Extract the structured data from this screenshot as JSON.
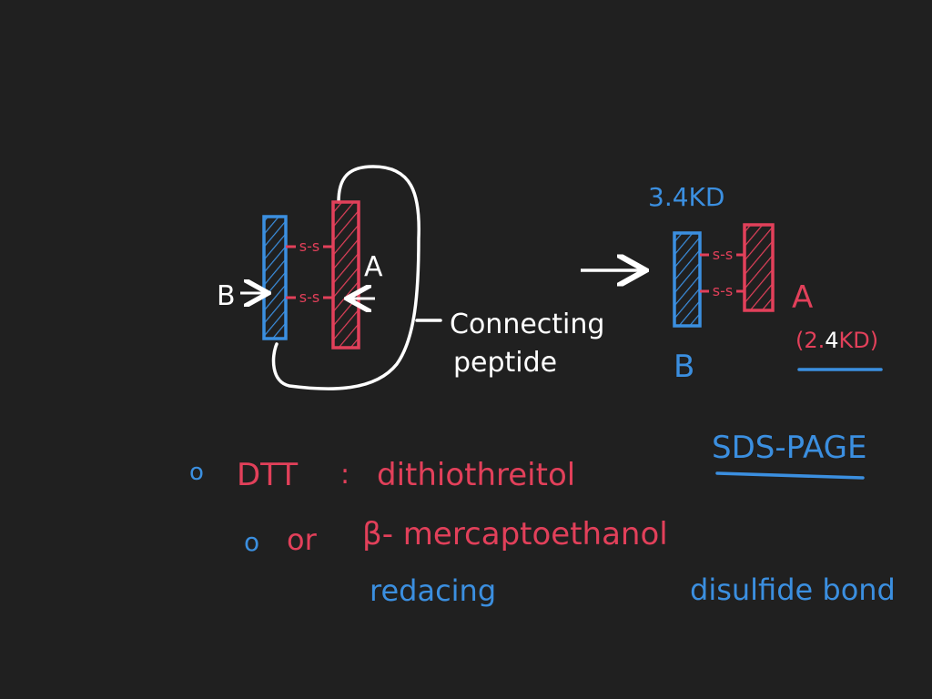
{
  "colors": {
    "background": "#202020",
    "white": "#ffffff",
    "red": "#e2405a",
    "blue": "#3b8fe0"
  },
  "left_diagram": {
    "label_b": "B",
    "label_a": "A",
    "bond_1": "s-s",
    "bond_2": "s-s",
    "connecting_line1": "Connecting",
    "connecting_line2": "peptide"
  },
  "right_diagram": {
    "mass_b": "3.4KD",
    "label_b": "B",
    "label_a": "A",
    "mass_a_open": "(2.",
    "mass_a_digit": "4",
    "mass_a_close": "KD)",
    "bond_1": "s-s",
    "bond_2": "s-s"
  },
  "notes": {
    "bullet_1": "o",
    "dtt": "DTT",
    "colon": ":",
    "dtt_full": "dithiothreitol",
    "bullet_2": "o",
    "or": "or",
    "bme": "β- mercaptoethanol",
    "reducing": "redacing",
    "sds_page": "SDS-PAGE",
    "disulfide": "disulfide bond"
  }
}
